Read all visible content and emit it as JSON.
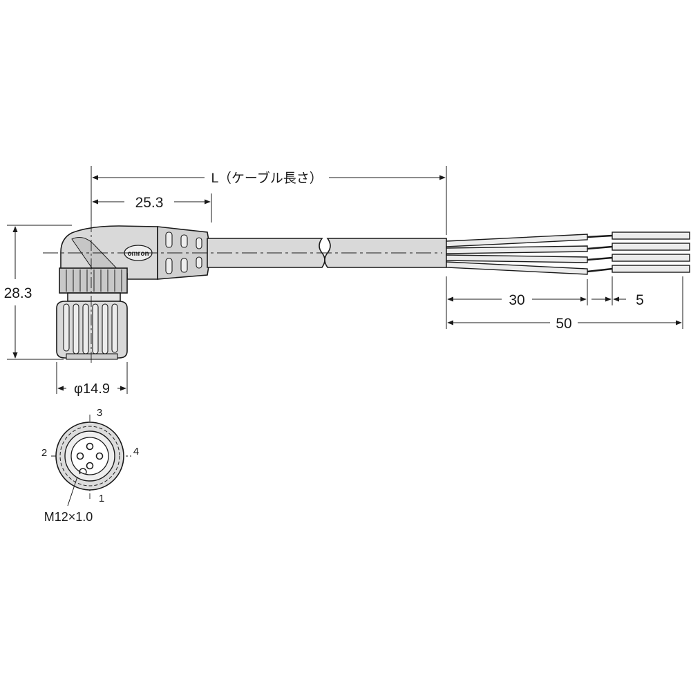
{
  "dimensions": {
    "cable_length": "L（ケーブル長さ）",
    "head_length": "25.3",
    "head_height": "28.3",
    "nut_diameter": "φ14.9",
    "strip_length": "30",
    "conductor_length": "5",
    "lead_length": "50"
  },
  "connector": {
    "brand_logo": "omron",
    "thread": "M12×1.0",
    "pins": [
      "1",
      "2",
      "3",
      "4"
    ]
  },
  "colors": {
    "line": "#1a1a1a",
    "body_fill": "#d9d9d9",
    "body_shade": "#c2c2c2",
    "background": "#ffffff"
  }
}
